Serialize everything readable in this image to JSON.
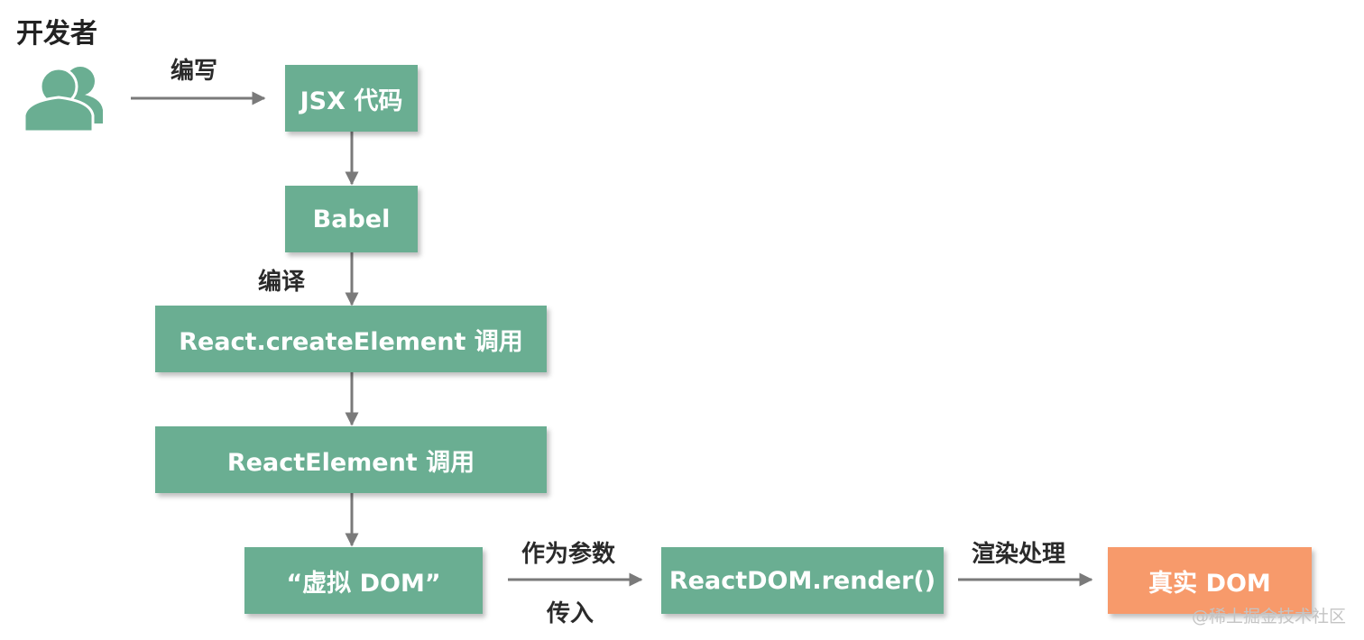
{
  "title": "开发者",
  "icon": "users-icon",
  "colors": {
    "node": "#6aae92",
    "result": "#f79a6b",
    "arrow": "#7a7a7a"
  },
  "nodes": {
    "jsx": "JSX 代码",
    "babel": "Babel",
    "create_element": "React.createElement 调用",
    "react_element": "ReactElement 调用",
    "virtual_dom": "“虚拟 DOM”",
    "render": "ReactDOM.render()",
    "real_dom": "真实 DOM"
  },
  "edge_labels": {
    "write": "编写",
    "compile": "编译",
    "as_param": "作为参数",
    "pass_in": "传入",
    "render_process": "渲染处理"
  },
  "watermark": "@稀土掘金技术社区"
}
